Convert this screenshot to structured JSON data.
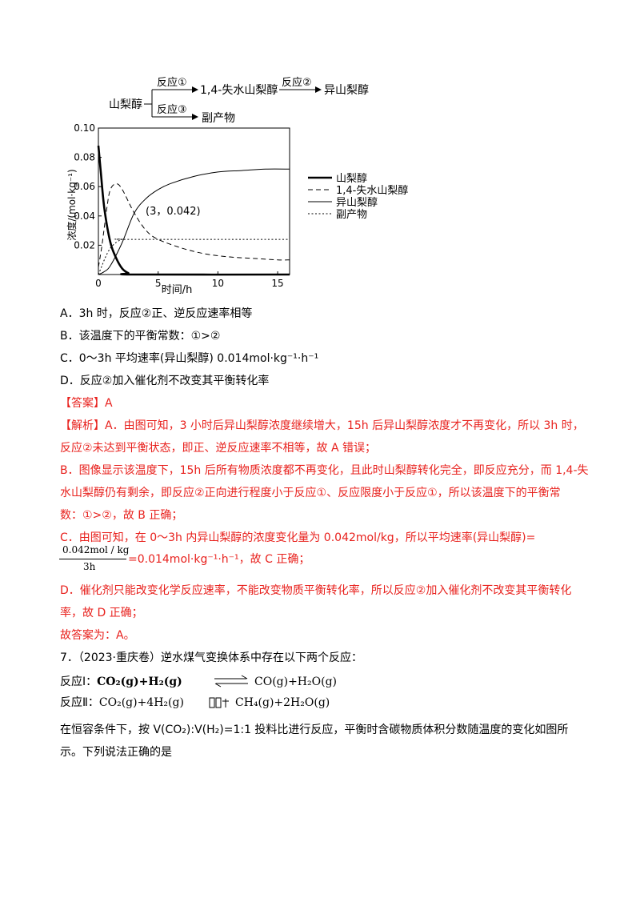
{
  "scheme": {
    "reactant": "山梨醇",
    "r1": "反应①",
    "intermediate": "1,4-失水山梨醇",
    "r2": "反应②",
    "product": "异山梨醇",
    "r3": "反应③",
    "side": "副产物"
  },
  "chart_data": {
    "type": "line",
    "xlabel": "时间/h",
    "ylabel": "浓度/(mol·kg⁻¹)",
    "xlim": [
      0,
      16
    ],
    "ylim": [
      0,
      0.1
    ],
    "xticks": [
      "0",
      "5",
      "10",
      "15"
    ],
    "yticks": [
      "0.10",
      "0.08",
      "0.06",
      "0.04",
      "0.02"
    ],
    "annotation": "(3，0.042)",
    "legend_position": "right",
    "series": [
      {
        "name": "山梨醇",
        "style": "thick-solid",
        "x": [
          0,
          0.2,
          0.5,
          1,
          1.5,
          2,
          2.5,
          3,
          16
        ],
        "y": [
          0.088,
          0.07,
          0.045,
          0.022,
          0.011,
          0.004,
          0.001,
          0,
          0
        ]
      },
      {
        "name": "1,4-失水山梨醇",
        "style": "dashed",
        "x": [
          0,
          0.3,
          0.7,
          1,
          1.5,
          2,
          3,
          4,
          5,
          7,
          9,
          11,
          13,
          15,
          16
        ],
        "y": [
          0.005,
          0.02,
          0.045,
          0.058,
          0.062,
          0.058,
          0.042,
          0.03,
          0.024,
          0.018,
          0.014,
          0.012,
          0.011,
          0.01,
          0.01
        ]
      },
      {
        "name": "异山梨醇",
        "style": "solid",
        "x": [
          0,
          0.5,
          1,
          2,
          3,
          4,
          5,
          6,
          8,
          10,
          12,
          14,
          16
        ],
        "y": [
          0,
          0.002,
          0.006,
          0.022,
          0.042,
          0.052,
          0.058,
          0.062,
          0.067,
          0.07,
          0.071,
          0.072,
          0.072
        ]
      },
      {
        "name": "副产物",
        "style": "dotted",
        "x": [
          0,
          0.3,
          0.6,
          1,
          1.5,
          2,
          2.5,
          16
        ],
        "y": [
          0,
          0.006,
          0.012,
          0.018,
          0.022,
          0.024,
          0.024,
          0.024
        ]
      }
    ]
  },
  "options": {
    "A": "A．3h 时，反应②正、逆反应速率相等",
    "B": "B．该温度下的平衡常数：①>②",
    "C": "C．0～3h 平均速率(异山梨醇) 0.014mol·kg⁻¹·h⁻¹",
    "D": "D．反应②加入催化剂不改变其平衡转化率"
  },
  "answer": "【答案】A",
  "analysis": {
    "head": "【解析】",
    "a1": "A．由图可知，3 小时后异山梨醇浓度继续增大，15h 后异山梨醇浓度才不再变化，所以 3h 时，",
    "a2": "反应②未达到平衡状态，即正、逆反应速率不相等，故 A 错误；",
    "b1": "B．图像显示该温度下，15h 后所有物质浓度都不再变化，且此时山梨醇转化完全，即反应充分，而 1,4-失",
    "b2": "水山梨醇仍有剩余，即反应②正向进行程度小于反应①、反应限度小于反应①，所以该温度下的平衡常",
    "b3": "数：①>②，故 B 正确；",
    "c1": "C．由图可知，在 0～3h 内异山梨醇的浓度变化量为 0.042mol/kg，所以平均速率(异山梨醇)=",
    "c_num": "0.042mol / kg",
    "c_den": "3h",
    "c_eq": "=0.014mol·kg⁻¹·h⁻¹，故 C 正确；",
    "d1": "D．催化剂只能改变化学反应速率，不能改变物质平衡转化率，所以反应②加入催化剂不改变其平衡转化",
    "d2": "率，故 D 正确；",
    "conclusion": "故答案为：A。"
  },
  "q7": {
    "stem": "7．（2023·重庆卷）逆水煤气变换体系中存在以下两个反应：",
    "r1_label": "反应Ⅰ：",
    "r1_left": "CO₂(g)+H₂(g)",
    "r1_right": "CO(g)+H₂O(g)",
    "r2_label": "反应Ⅱ：",
    "r2_left": "CO₂(g)+4H₂(g)",
    "r2_right": "CH₄(g)+2H₂O(g)",
    "p1": "在恒容条件下，按 V(CO₂):V(H₂)=1:1 投料比进行反应，平衡时含碳物质体积分数随温度的变化如图所",
    "p2": "示。下列说法正确的是"
  }
}
